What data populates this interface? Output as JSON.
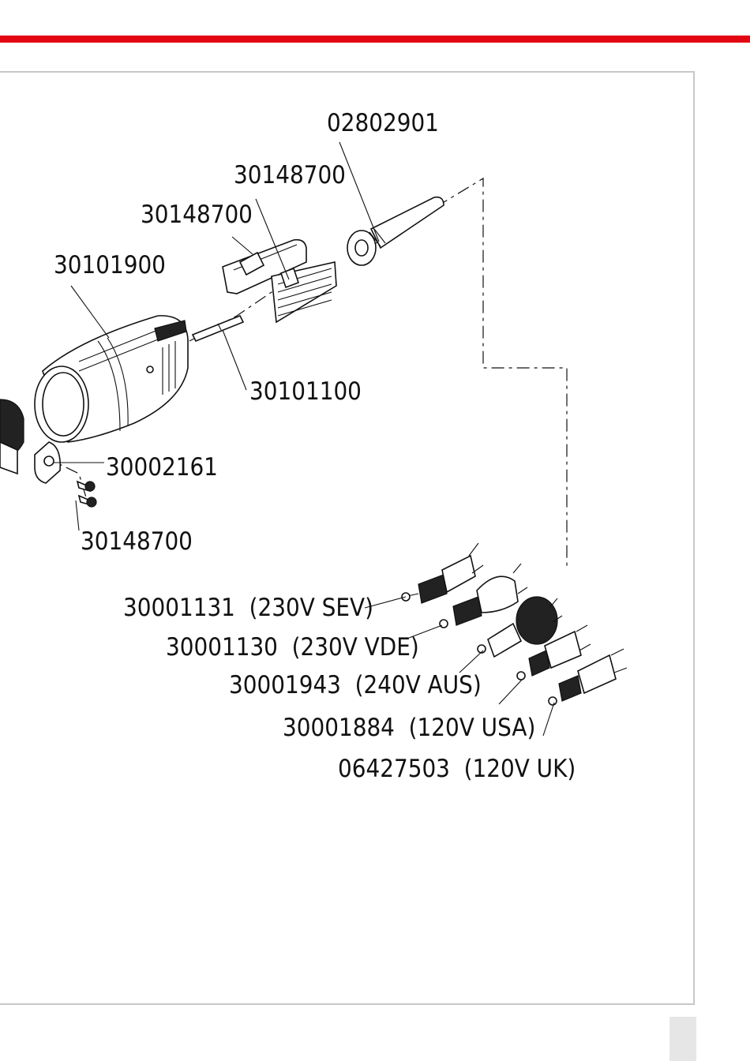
{
  "colors": {
    "accent_bar": "#e30613",
    "frame_border": "#c8c8c8",
    "corner_tab": "#e6e6e6",
    "line": "#111111"
  },
  "labels": {
    "cable_sleeve": "02802901",
    "clamp_upper": "30148700",
    "clamp_screws": "30148700",
    "housing": "30101900",
    "pin": "30101100",
    "block": "30002161",
    "screws_lower": "30148700",
    "plug_sev": "30001131  (230V SEV)",
    "plug_vde": "30001130  (230V VDE)",
    "plug_aus": "30001943  (240V AUS)",
    "plug_usa": "30001884  (120V USA)",
    "plug_uk": "06427503  (120V UK)"
  }
}
